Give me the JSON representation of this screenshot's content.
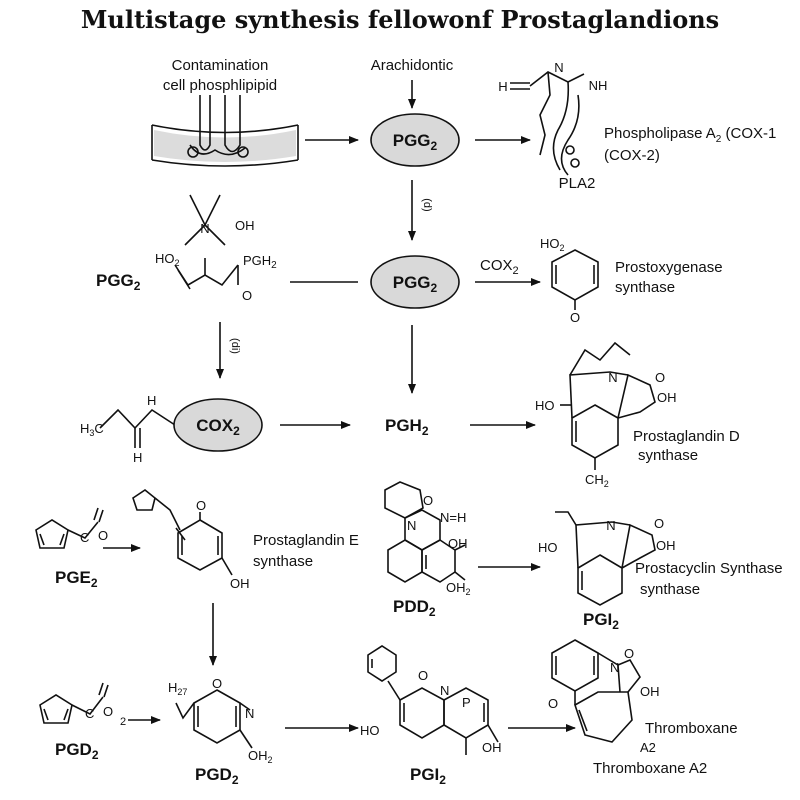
{
  "title": "Multistage synthesis fellowonf Prostaglandions",
  "labels": {
    "membrane_l1": "Contamination",
    "membrane_l2": "cell phosphlipipid",
    "arachidonic": "Arachidontic",
    "pgg2": "PGG",
    "sub2": "2",
    "pla2_l1": "Phospholipase A",
    "pla2_l1b": " (COX-1",
    "pla2_l2": "(COX-2)",
    "pla2": "PLA",
    "d_mark": "(d)",
    "cox2": "COX",
    "prostox_l1": "Prostoxygenase",
    "prostox_l2": "synthase",
    "di_mark": "(di)",
    "pgh2": "PGH",
    "ptgd_l1": "Prostaglandin D",
    "ptgd_l2": "synthase",
    "ch2": "CH",
    "pge2": "PGE",
    "ptge_l1": "Prostaglandin E",
    "ptge_l2": "synthase",
    "pdd2": "PDD",
    "pgi2": "PGI",
    "prostacyclin_l1": "Prostacyclin Synthase",
    "prostacyclin_l2": "synthase",
    "pgd2": "PGD",
    "thromboxane": "Thromboxane",
    "a2": "A2",
    "thromboxane_a2": "Thromboxane A2"
  },
  "atoms": {
    "nh": "NH",
    "h_eq": "H",
    "n": "N",
    "o": "O",
    "oh": "OH",
    "ho": "HO",
    "ho2": "HO",
    "pgh2_atom": "PGH",
    "h3c": "H",
    "h27": "H",
    "n_h": "N",
    "h": "H",
    "oh2": "OH",
    "p": "P",
    "sub3": "3",
    "sub27": "27",
    "sub2": "2",
    "i2": "2"
  }
}
